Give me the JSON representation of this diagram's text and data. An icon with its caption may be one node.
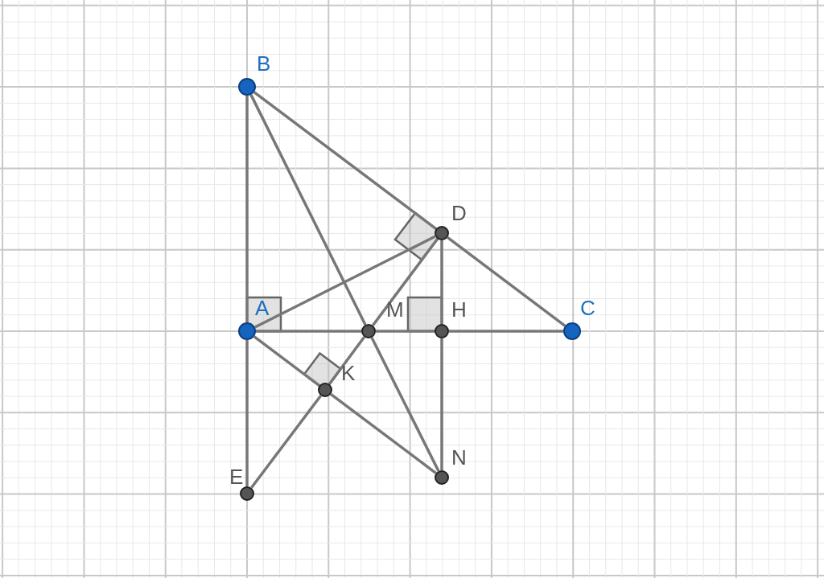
{
  "diagram": {
    "nodes": [
      {
        "text": [
          "B"
        ]
      },
      {
        "text": [
          "D"
        ]
      },
      {
        "text": [
          "A"
        ]
      },
      {
        "text": [
          "M"
        ]
      },
      {
        "text": [
          "H"
        ]
      },
      {
        "text": [
          "C"
        ]
      },
      {
        "text": [
          "K"
        ]
      },
      {
        "text": [
          "N"
        ]
      },
      {
        "text": [
          "E"
        ]
      }
    ],
    "edges": [
      {
        "from": 2,
        "to": 0,
        "arrow": "none"
      },
      {
        "from": 0,
        "to": 1,
        "arrow": "none"
      },
      {
        "from": 1,
        "to": 5,
        "arrow": "none"
      },
      {
        "from": 2,
        "to": 3,
        "arrow": "none"
      },
      {
        "from": 3,
        "to": 4,
        "arrow": "none"
      },
      {
        "from": 4,
        "to": 5,
        "arrow": "none"
      },
      {
        "from": 2,
        "to": 1,
        "arrow": "none"
      },
      {
        "from": 1,
        "to": 4,
        "arrow": "none"
      },
      {
        "from": 4,
        "to": 7,
        "arrow": "none"
      },
      {
        "from": 0,
        "to": 3,
        "arrow": "none"
      },
      {
        "from": 3,
        "to": 7,
        "arrow": "none"
      },
      {
        "from": 1,
        "to": 3,
        "arrow": "none"
      },
      {
        "from": 3,
        "to": 6,
        "arrow": "none"
      },
      {
        "from": 6,
        "to": 8,
        "arrow": "none"
      },
      {
        "from": 2,
        "to": 6,
        "arrow": "none"
      },
      {
        "from": 6,
        "to": 7,
        "arrow": "none"
      },
      {
        "from": 2,
        "to": 8,
        "arrow": "none"
      }
    ]
  }
}
